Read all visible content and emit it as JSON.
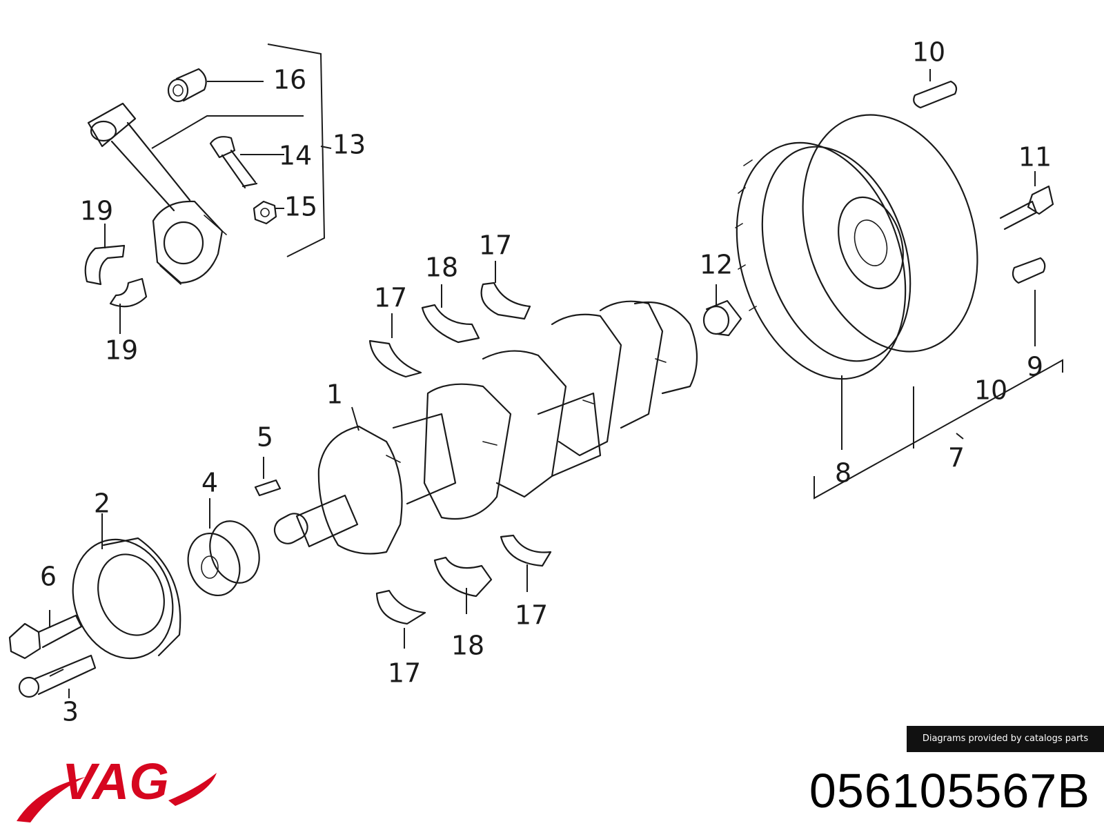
{
  "diagram": {
    "callouts": {
      "c1": "1",
      "c2": "2",
      "c3": "3",
      "c4": "4",
      "c5": "5",
      "c6": "6",
      "c7": "7",
      "c8": "8",
      "c9": "9",
      "c10a": "10",
      "c10b": "10",
      "c11": "11",
      "c12": "12",
      "c13": "13",
      "c14": "14",
      "c15": "15",
      "c16": "16",
      "c17a": "17",
      "c17b": "17",
      "c17c": "17",
      "c17d": "17",
      "c18a": "18",
      "c18b": "18",
      "c19a": "19",
      "c19b": "19"
    }
  },
  "footer": {
    "credit": "Diagrams provided by catalogs parts",
    "brand": "VAG",
    "part_number": "056105567B"
  },
  "colors": {
    "brand_red": "#d6061f",
    "ink": "#1a1a1a",
    "credit_bg": "#111111"
  }
}
